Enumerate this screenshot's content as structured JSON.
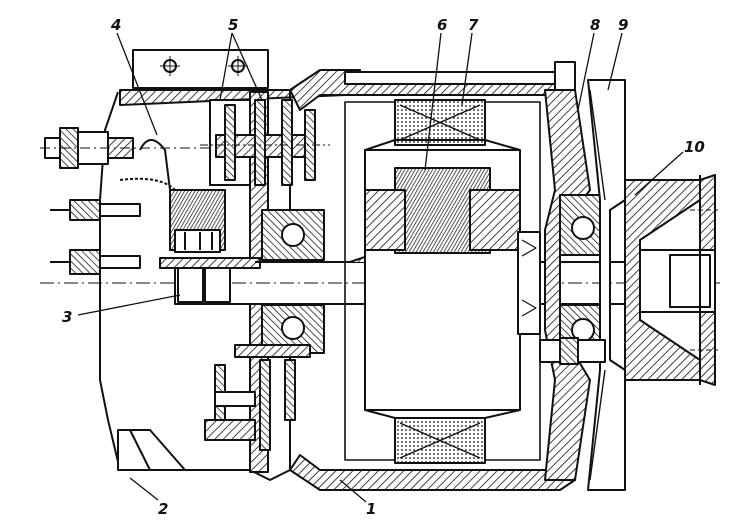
{
  "figure": {
    "colors": {
      "ink": "#111111",
      "paper": "#ffffff",
      "hatch": "#111111"
    },
    "callouts": [
      {
        "id": "1",
        "text": "1"
      },
      {
        "id": "2",
        "text": "2"
      },
      {
        "id": "3",
        "text": "3"
      },
      {
        "id": "4",
        "text": "4"
      },
      {
        "id": "5",
        "text": "5"
      },
      {
        "id": "6",
        "text": "6"
      },
      {
        "id": "7",
        "text": "7"
      },
      {
        "id": "8",
        "text": "8"
      },
      {
        "id": "9",
        "text": "9"
      },
      {
        "id": "10",
        "text": "10"
      }
    ]
  }
}
